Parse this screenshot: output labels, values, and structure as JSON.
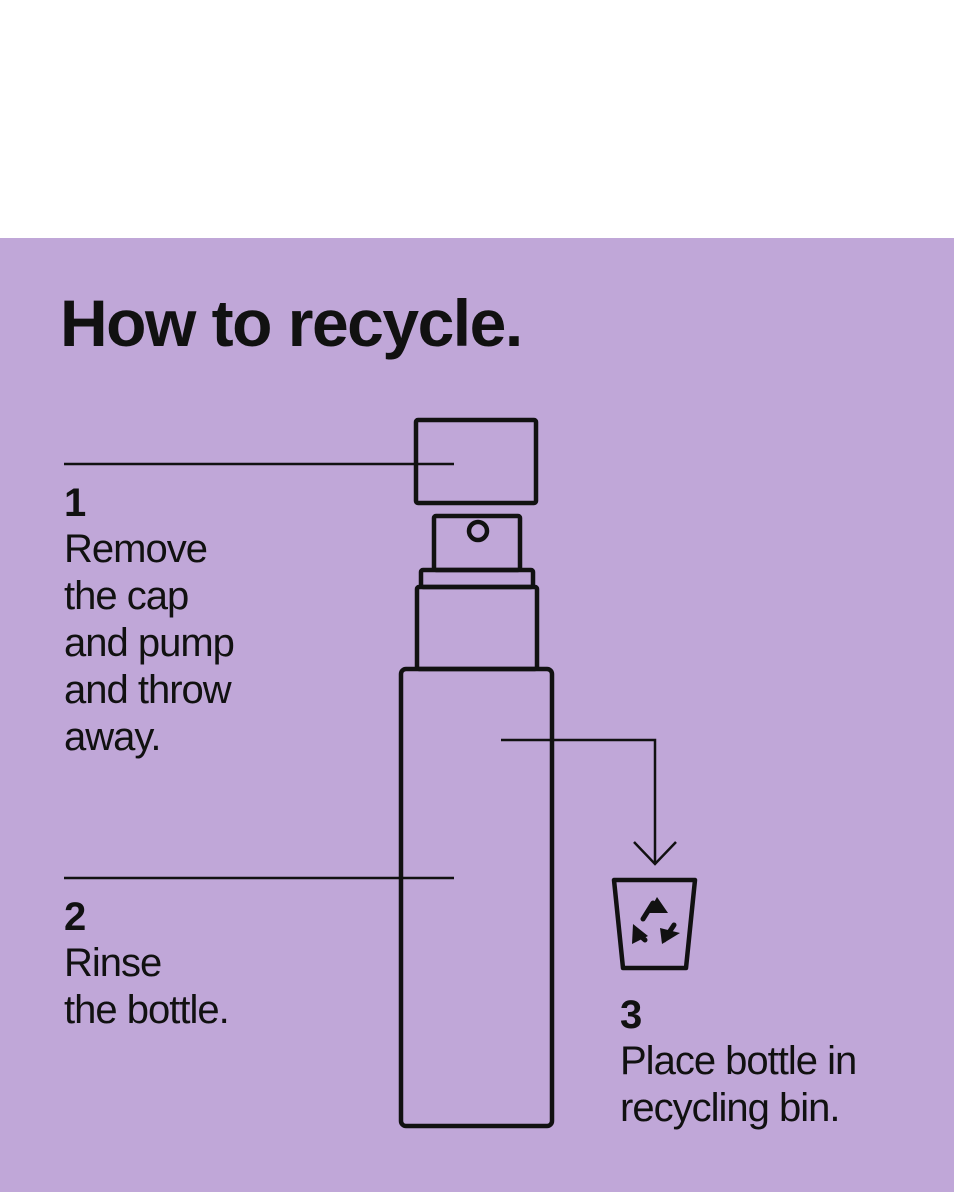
{
  "colors": {
    "background": "#c0a7d8",
    "ink": "#111111",
    "top_band": "#ffffff"
  },
  "title": "How to recycle.",
  "steps": [
    {
      "number": "1",
      "text": "Remove\nthe cap\nand pump\nand throw\naway."
    },
    {
      "number": "2",
      "text": "Rinse\nthe bottle."
    },
    {
      "number": "3",
      "text": "Place bottle in\nrecycling bin."
    }
  ],
  "icons": [
    "bottle-illustration",
    "recycling-bin-icon",
    "recycle-arrows-icon"
  ]
}
